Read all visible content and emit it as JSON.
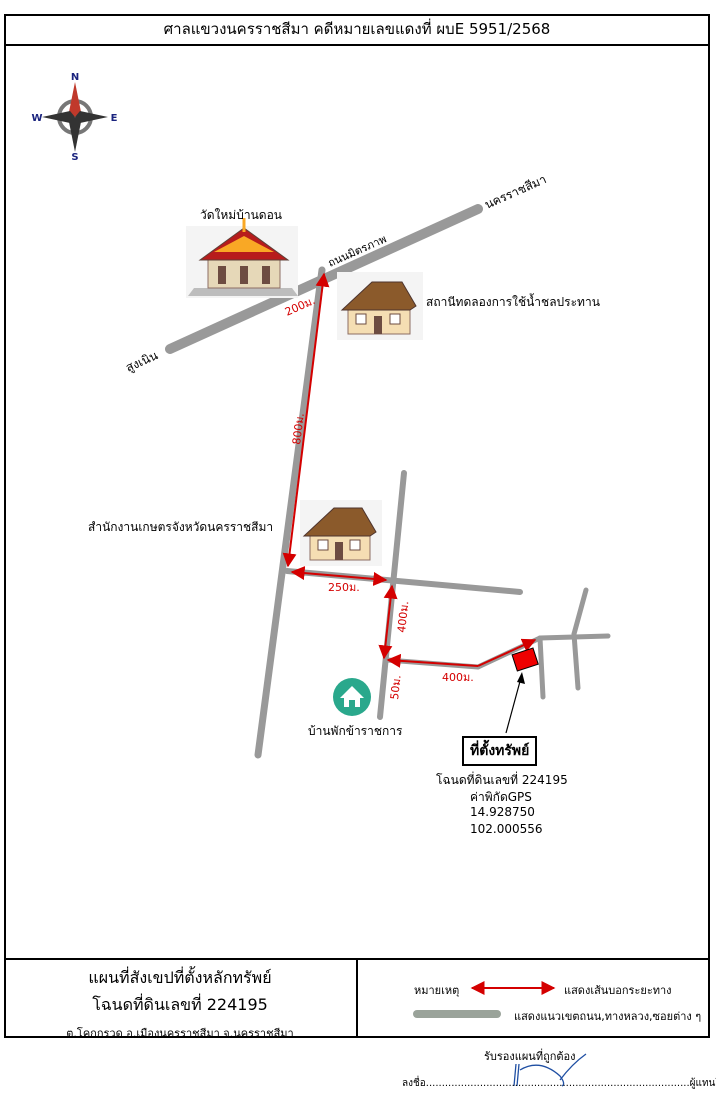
{
  "header": {
    "title": "ศาลแขวงนครราชสีมา คดีหมายเลขแดงที่ ผบE 5951/2568"
  },
  "compass": {
    "n": "N",
    "s": "S",
    "e": "E",
    "w": "W"
  },
  "roads": {
    "main_road_name": "ถนนมิตรภาพ",
    "to_north": "นครราชสีมา",
    "to_south": "สูงเนิน"
  },
  "places": {
    "temple": "วัดใหม่บ้านดอน",
    "station": "สถานีทดลองการใช้น้ำชลประทาน",
    "agri_office": "สำนักงานเกษตรจังหวัดนครราชสีมา",
    "housing": "บ้านพักข้าราชการ"
  },
  "distances": {
    "d1": "200ม.",
    "d2": "800ม.",
    "d3": "250ม.",
    "d4": "400ม.",
    "d5": "50ม.",
    "d6": "400ม."
  },
  "property": {
    "label": "ที่ตั้งทรัพย์",
    "deed": "โฉนดที่ดินเลขที่ 224195",
    "gps_label": "ค่าพิกัดGPS",
    "lat": "14.928750",
    "lon": "102.000556"
  },
  "legend": {
    "title1": "แผนที่สังเขปที่ตั้งหลักทรัพย์",
    "title2": "โฉนดที่ดินเลขที่ 224195",
    "location": "ต.โคกกรวด  อ.เมืองนครราชสีมา  จ.นครราชสีมา",
    "note_label": "หมายเหตุ",
    "arrow_desc": "แสดงเส้นบอกระยะทาง",
    "road_desc": "แสดงแนวเขตถนน,ทางหลวง,ซอยต่าง ๆ"
  },
  "signature": {
    "certify": "รับรองแผนที่ถูกต้อง",
    "sign_prefix": "ลงชื่อ.....................................................................",
    "sign_suffix": "..............ผู้แทนโจทก์"
  },
  "colors": {
    "road": "#999999",
    "arrow": "#d40000",
    "property": "#ee0000",
    "house_icon": "#2aa88c"
  }
}
